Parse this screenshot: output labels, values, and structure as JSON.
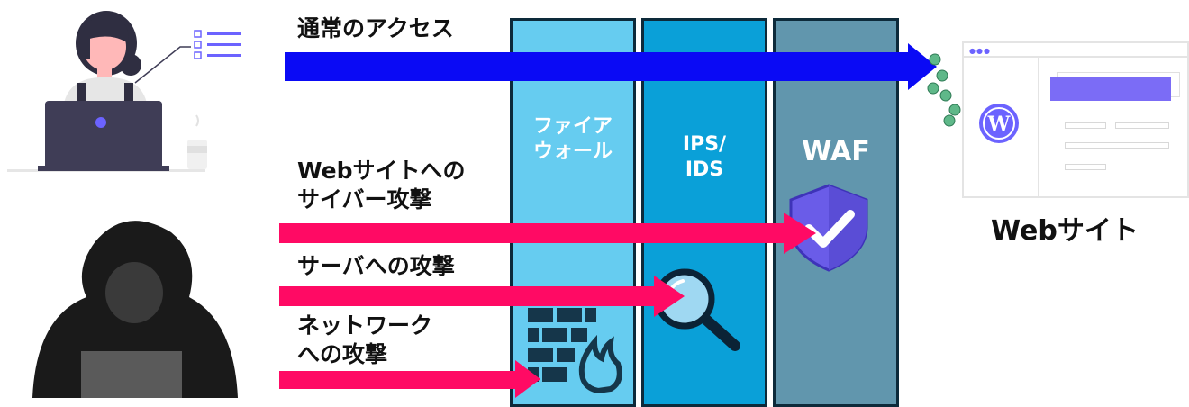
{
  "arrows": {
    "normal": "通常のアクセス",
    "web_attack": "Webサイトへの\nサイバー攻撃",
    "server_attack": "サーバへの攻撃",
    "network_attack": "ネットワーク\nへの攻撃"
  },
  "layers": {
    "firewall": "ファイア\nウォール",
    "ips": "IPS/\nIDS",
    "waf": "WAF"
  },
  "website": {
    "label": "Webサイト"
  },
  "colors": {
    "normal_arrow": "#0a0af5",
    "attack_arrow": "#ff0a64",
    "firewall_bg": "#66ccf0",
    "ips_bg": "#0aa0d8",
    "waf_bg": "#6196ad",
    "column_border": "#0d2a3a",
    "shield": "#6a5ce8",
    "browser_bar": "#7b6cf6"
  },
  "icons": {
    "user": "user-at-laptop-icon",
    "hacker": "hooded-hacker-icon",
    "firewall": "brick-wall-fire-icon",
    "ips": "magnifier-icon",
    "waf": "shield-check-icon",
    "site": "wordpress-icon"
  }
}
